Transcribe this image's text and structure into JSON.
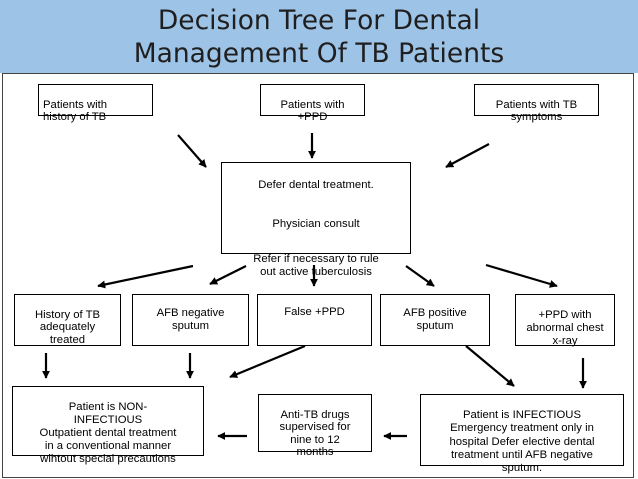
{
  "slide": {
    "title": "Decision Tree For Dental\nManagement Of TB Patients"
  },
  "boxes": {
    "history_tb": "Patients with\nhistory of TB",
    "ppd_positive": "Patients with\n+PPD",
    "tb_symptoms": "Patients with TB\nsymptoms",
    "defer_line1": "Defer dental treatment.",
    "defer_line2": "Physician consult",
    "defer_line3": "Refer if necessary to rule\nout active tuberculosis",
    "adequately_treated": "History of TB\nadequately\ntreated",
    "afb_negative": "AFB negative\nsputum",
    "false_ppd": "False +PPD",
    "afb_positive": "AFB positive\nsputum",
    "ppd_abnormal_xray": "+PPD with\nabnormal chest\nx-ray",
    "non_infectious": "Patient is NON-\nINFECTIOUS\nOutpatient dental treatment\nin a conventional manner\nwihtout special precautions",
    "anti_tb_drugs": "Anti-TB drugs\nsupervised for\nnine to 12\nmonths",
    "infectious": "Patient is INFECTIOUS\nEmergency treatment only in\nhospital Defer elective dental\ntreatment until AFB negative\nsputum."
  },
  "colors": {
    "header_background": "#9dc3e6",
    "line_color": "#000000"
  }
}
